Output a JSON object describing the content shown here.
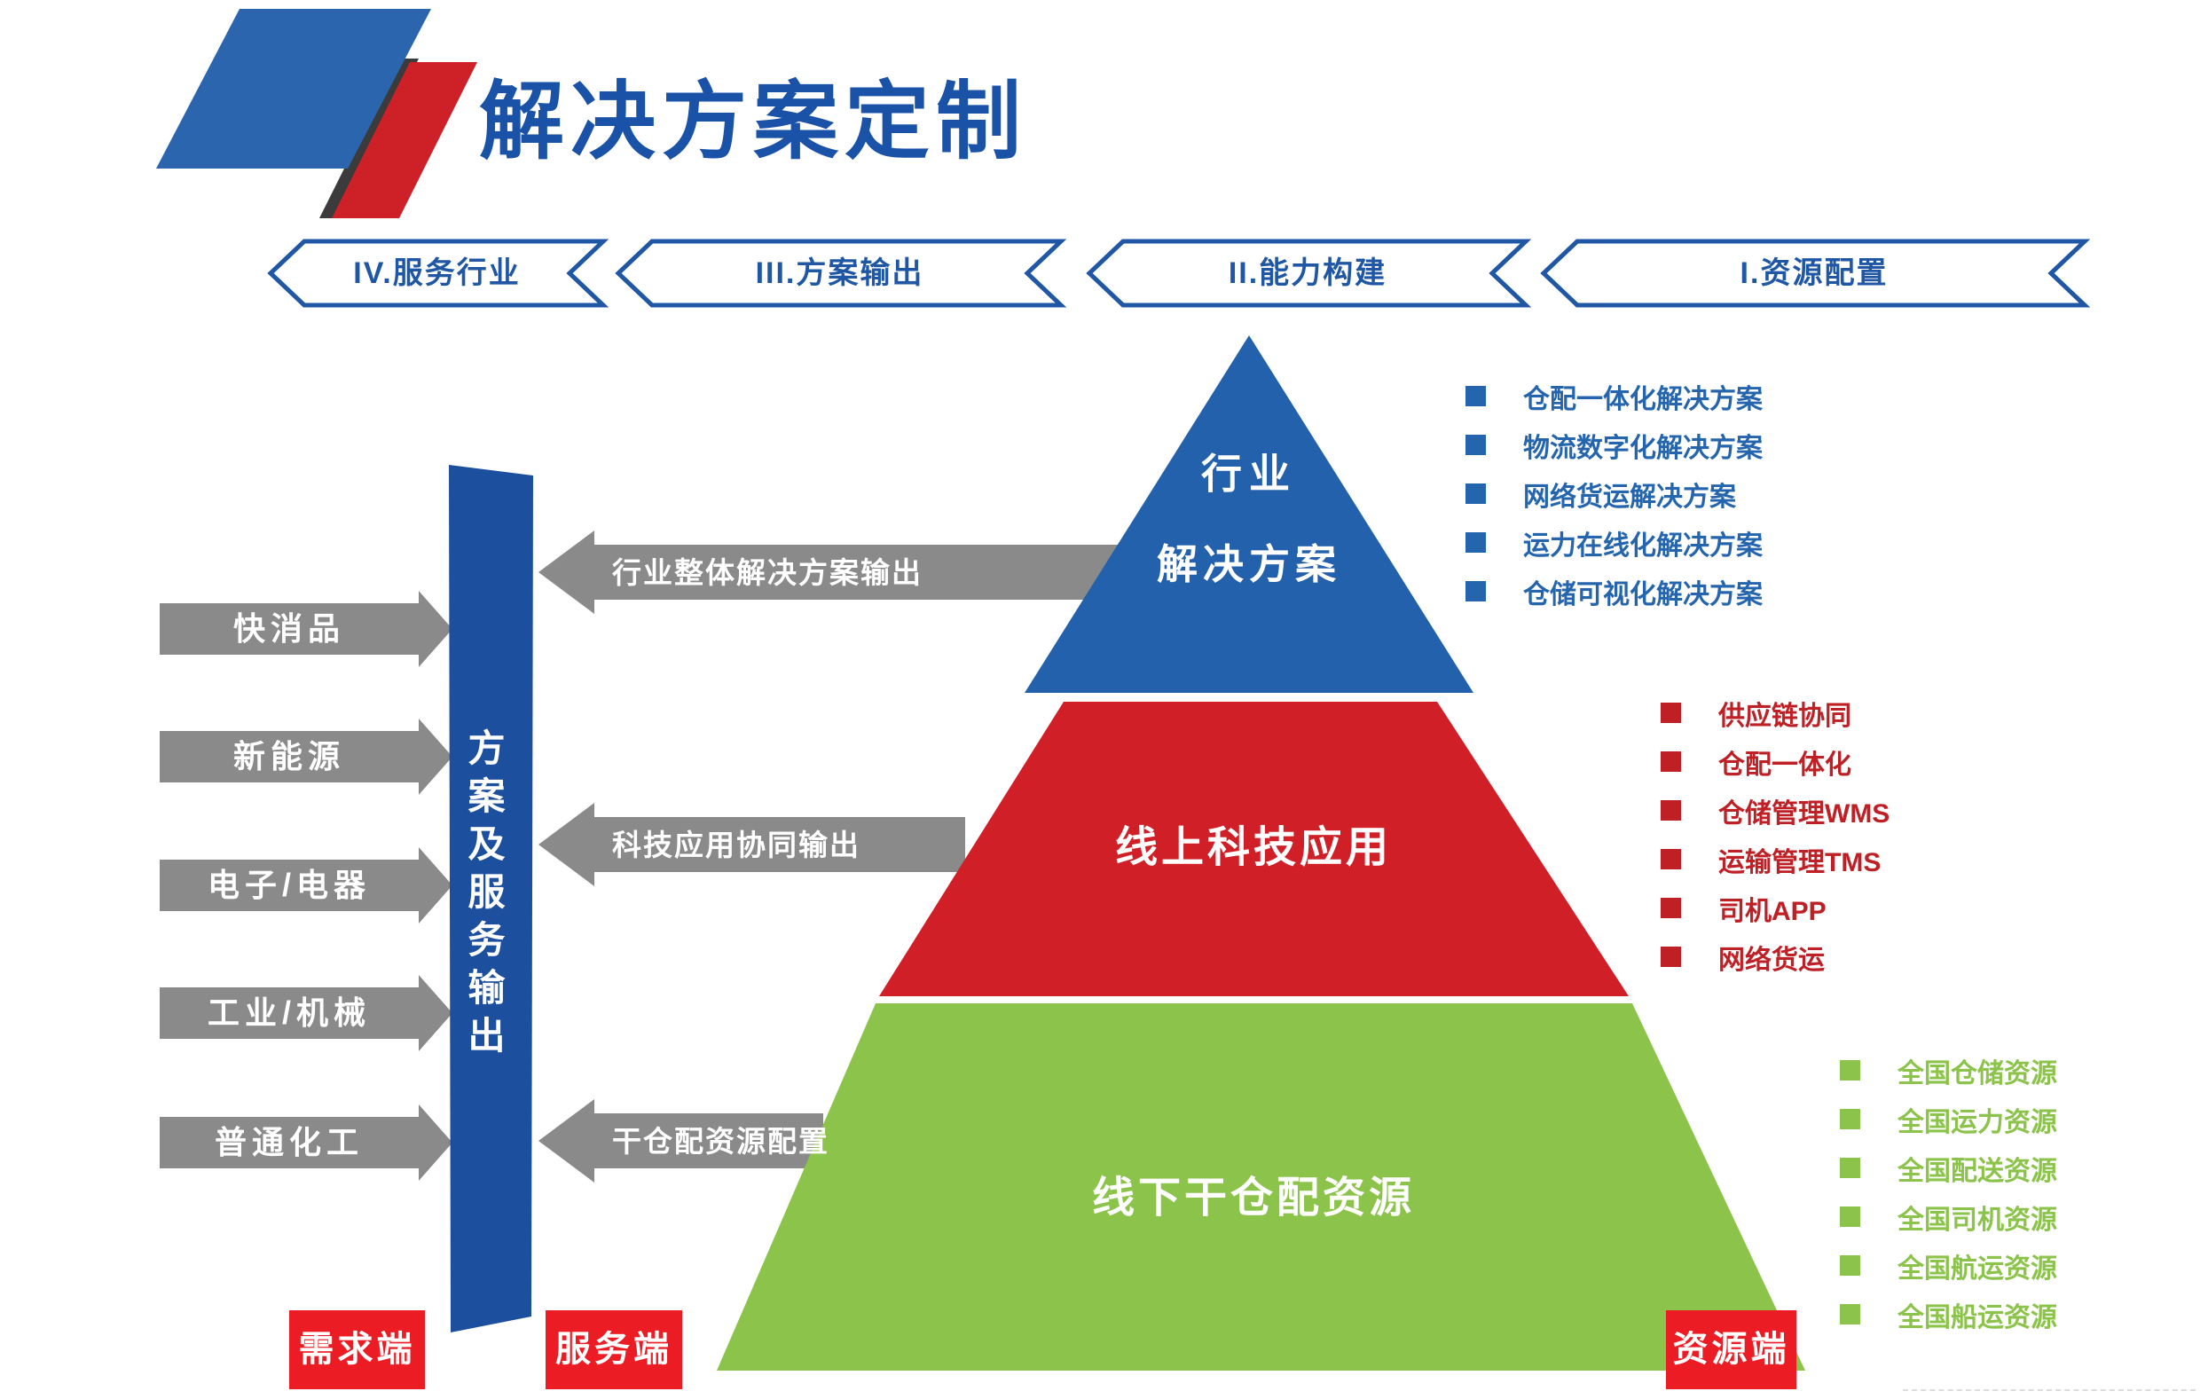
{
  "title": "解决方案定制",
  "stages": [
    {
      "label": "IV.服务行业"
    },
    {
      "label": "III.方案输出"
    },
    {
      "label": "II.能力构建"
    },
    {
      "label": "I.资源配置"
    }
  ],
  "pyramid": {
    "top_line1": "行业",
    "top_line2": "解决方案",
    "middle": "线上科技应用",
    "bottom": "线下干仓配资源"
  },
  "industries": [
    "快消品",
    "新能源",
    "电子/电器",
    "工业/机械",
    "普通化工"
  ],
  "output_bar": "方案及服务输出",
  "output_arrows": [
    "行业整体解决方案输出",
    "科技应用协同输出",
    "干仓配资源配置"
  ],
  "solution_list": [
    "仓配一体化解决方案",
    "物流数字化解决方案",
    "网络货运解决方案",
    "运力在线化解决方案",
    "仓储可视化解决方案"
  ],
  "tech_list": [
    "供应链协同",
    "仓配一体化",
    "仓储管理WMS",
    "运输管理TMS",
    "司机APP",
    "网络货运"
  ],
  "resource_list": [
    "全国仓储资源",
    "全国运力资源",
    "全国配送资源",
    "全国司机资源",
    "全国航运资源",
    "全国船运资源"
  ],
  "endpoints": [
    "需求端",
    "服务端",
    "资源端"
  ],
  "colors": {
    "primary_blue": "#1E56A8",
    "pyramid_blue": "#2361AC",
    "bar_blue": "#1C4F9E",
    "pyramid_red": "#D01F27",
    "endpoint_red": "#EC1C24",
    "list_red": "#BE2026",
    "green": "#8CC34B",
    "gray": "#8A8A8A"
  }
}
